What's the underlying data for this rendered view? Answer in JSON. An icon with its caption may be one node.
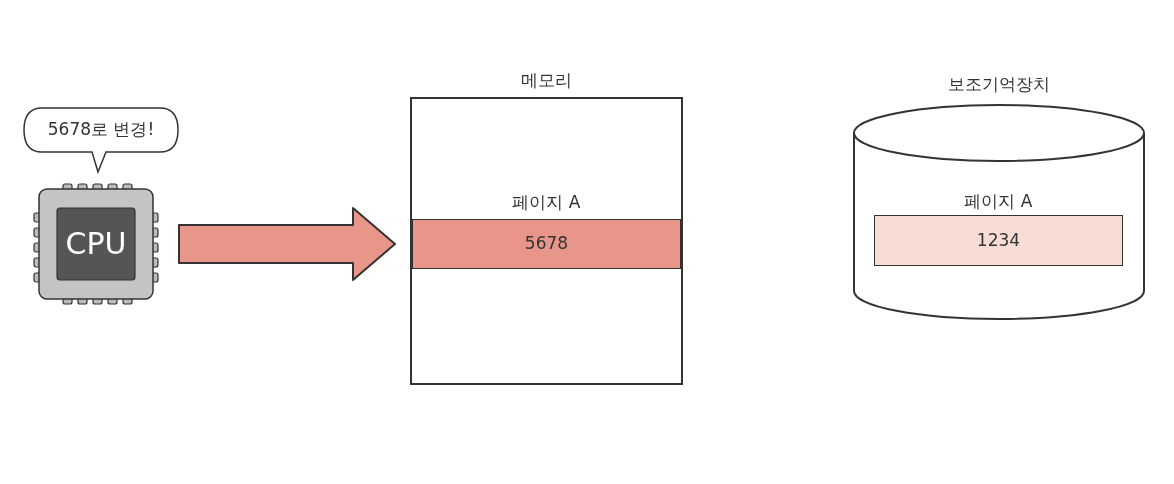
{
  "diagram": {
    "nodes": [
      {
        "text": [
          "5678로 변경!"
        ]
      },
      {
        "text": [
          "CPU"
        ]
      },
      {
        "text": [
          "메모리"
        ]
      },
      {
        "text": [
          "페이지 A",
          "5678"
        ],
        "in": 2
      },
      {
        "text": [
          "보조기억장치"
        ]
      },
      {
        "text": [
          "페이지 A",
          "1234"
        ],
        "in": 4
      }
    ],
    "edges": [
      {
        "from": 1,
        "to": 3,
        "arrow": "to",
        "style": "thick"
      }
    ]
  }
}
